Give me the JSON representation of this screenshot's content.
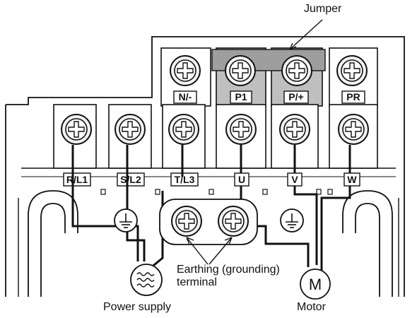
{
  "callouts": {
    "jumper": "Jumper",
    "earthing_line1": "Earthing (grounding)",
    "earthing_line2": "terminal",
    "power_supply": "Power supply",
    "motor": "Motor",
    "motor_symbol": "M"
  },
  "top_terminals": [
    "N/-",
    "P1",
    "P/+",
    "PR"
  ],
  "bottom_terminals": [
    "R/L1",
    "S/L2",
    "T/L3",
    "U",
    "V",
    "W"
  ]
}
